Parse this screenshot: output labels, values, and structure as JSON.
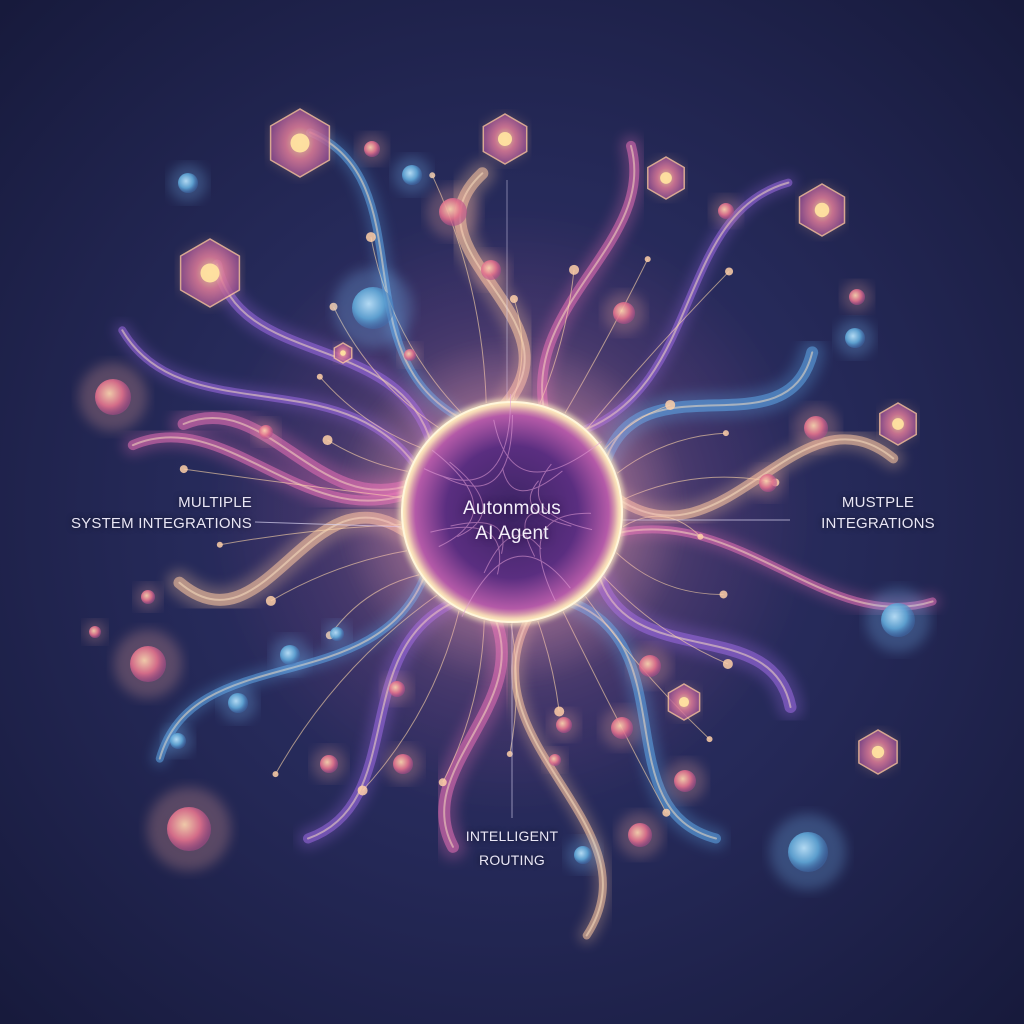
{
  "diagram": {
    "center_label": [
      "Autonmous",
      "AI Agent"
    ],
    "left_label": [
      "MULTIPLE",
      "SYSTEM INTEGRATIONS"
    ],
    "right_label": [
      "MUSTPLE",
      "INTEGRATIONS"
    ],
    "bottom_label": [
      "INTELLIGENT",
      "ROUTING"
    ]
  },
  "colors": {
    "background": "#1b1f45",
    "glow": "#ffd9a8",
    "pink": "#e36fb4",
    "purple": "#9a5fd0",
    "blue": "#5fa6e6",
    "core": "#4a2a72"
  },
  "icons": [
    "hexagon-node-icon",
    "orb-node-icon",
    "glowing-core-icon"
  ]
}
